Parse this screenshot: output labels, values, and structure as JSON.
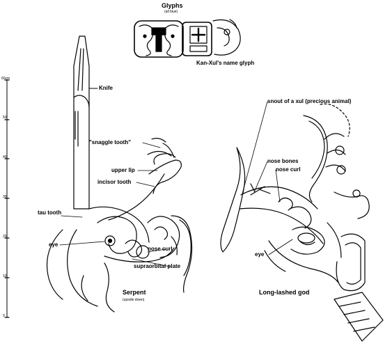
{
  "header": {
    "title": "Glyphs",
    "subtitle": "(all blue)",
    "glyph_caption": "Kan-Xul's name glyph"
  },
  "scale": {
    "unit_label": "60cm",
    "ticks": [
      "50",
      "40",
      "30",
      "20",
      "10",
      "0"
    ]
  },
  "serpent": {
    "labels": {
      "knife": "Knife",
      "snaggle_tooth": "\"snaggle tooth\"",
      "upper_lip": "upper lip",
      "incisor_tooth": "incisor tooth",
      "tau_tooth": "tau tooth",
      "eye": "eye",
      "nose_curl": "nose curl",
      "supraorbital_plate": "supraorbital plate"
    },
    "caption": "Serpent",
    "caption_note": "(upside down)"
  },
  "god": {
    "labels": {
      "snout": "snout of a xul (precious animal)",
      "nose_bones": "nose bones",
      "nose_curl": "nose curl",
      "eye": "eye"
    },
    "caption": "Long-lashed god"
  }
}
